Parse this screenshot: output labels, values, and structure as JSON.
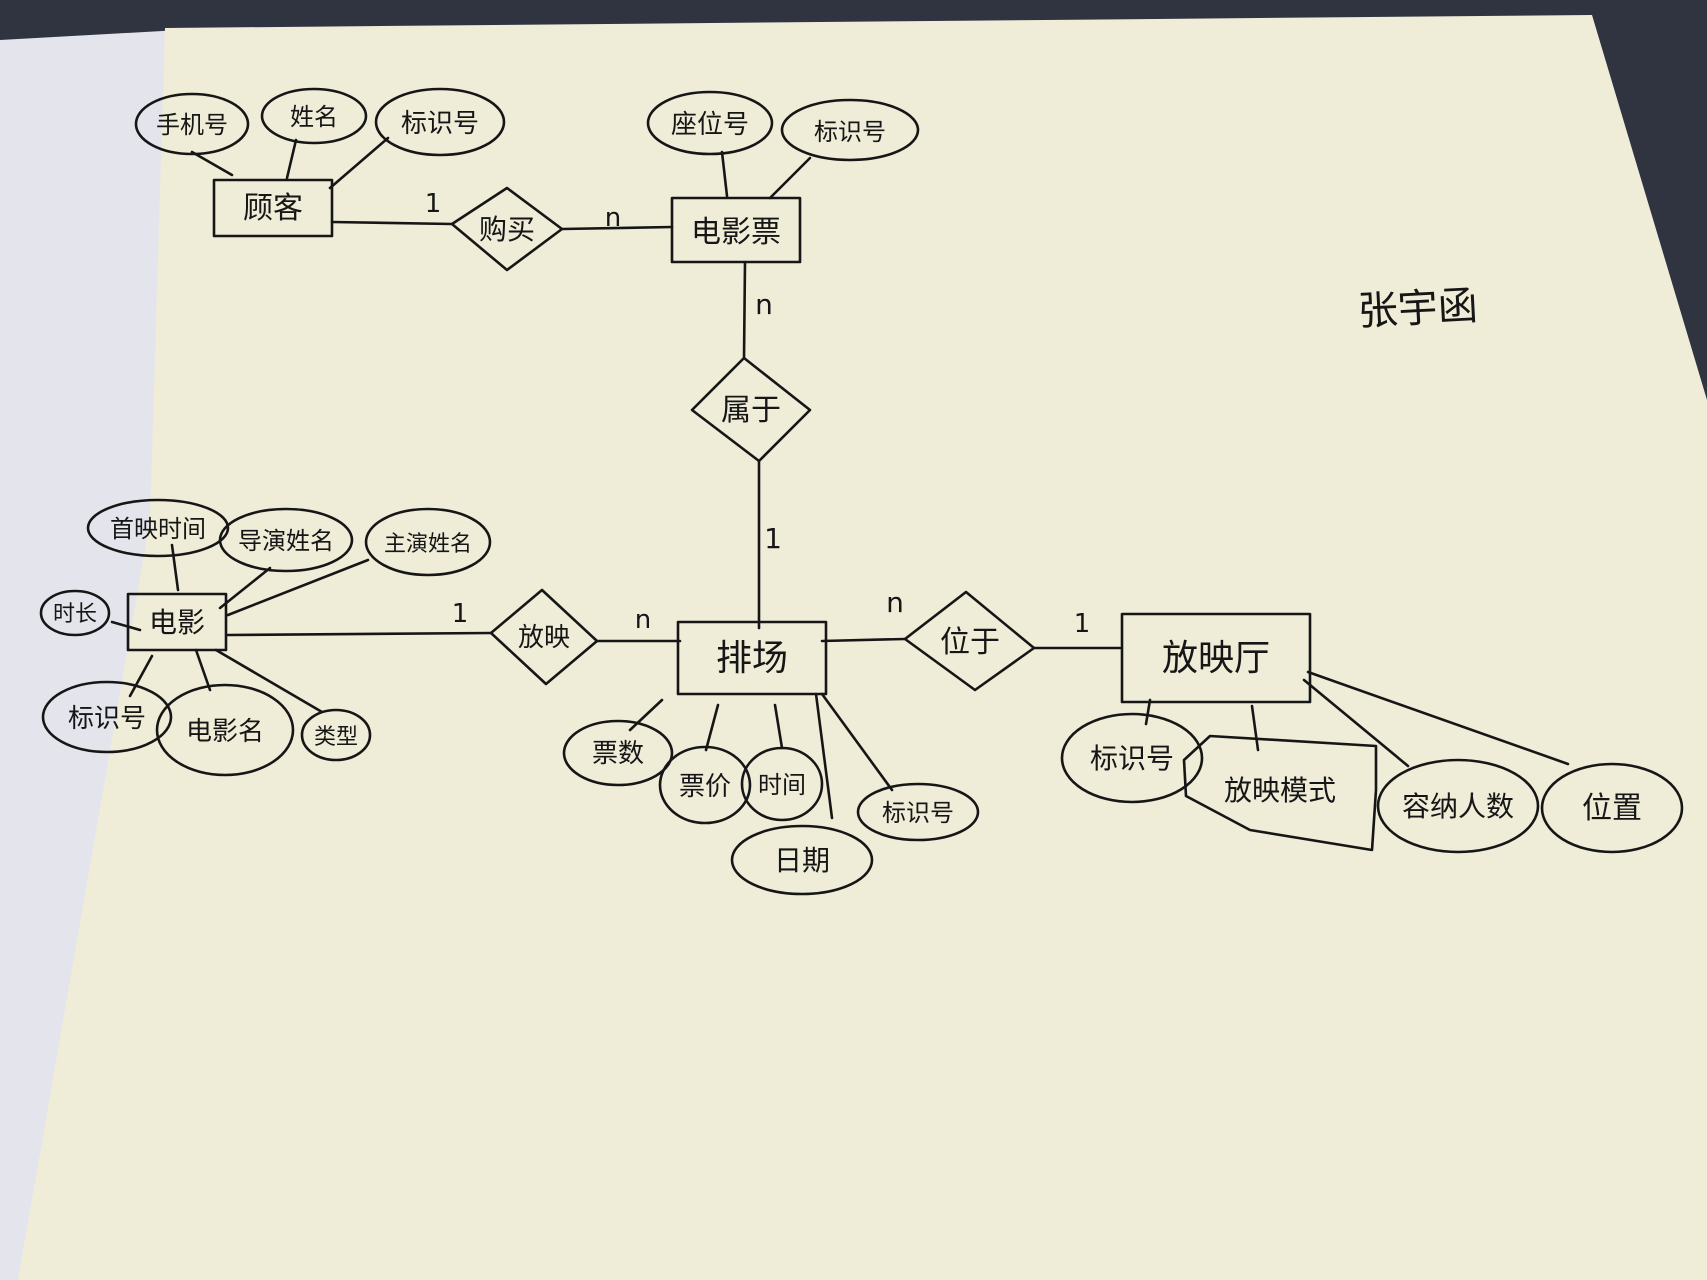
{
  "colors": {
    "desk": "#2f3440",
    "paper": "#efecd8",
    "ink": "#161616",
    "background_sheet": "#e4e5ec"
  },
  "author_signature": "张宇函",
  "entities": [
    {
      "id": "customer",
      "label": "顾客"
    },
    {
      "id": "ticket",
      "label": "电影票"
    },
    {
      "id": "movie",
      "label": "电影"
    },
    {
      "id": "schedule",
      "label": "排场"
    },
    {
      "id": "hall",
      "label": "放映厅"
    }
  ],
  "relationships": [
    {
      "id": "buy",
      "label": "购买",
      "card_a": "1",
      "card_b": "n"
    },
    {
      "id": "belong",
      "label": "属于",
      "card_a": "n",
      "card_b": "1"
    },
    {
      "id": "show",
      "label": "放映",
      "card_a": "1",
      "card_b": "n"
    },
    {
      "id": "located",
      "label": "位于",
      "card_a": "n",
      "card_b": "1"
    }
  ],
  "attributes": {
    "customer": [
      "手机号",
      "姓名",
      "标识号"
    ],
    "ticket": [
      "座位号",
      "标识号"
    ],
    "movie": [
      "首映时间",
      "导演姓名",
      "主演姓名",
      "时长",
      "标识号",
      "电影名",
      "类型"
    ],
    "schedule": [
      "票数",
      "票价",
      "时间",
      "日期",
      "标识号"
    ],
    "hall": [
      "标识号",
      "放映模式",
      "容纳人数",
      "位置"
    ]
  }
}
